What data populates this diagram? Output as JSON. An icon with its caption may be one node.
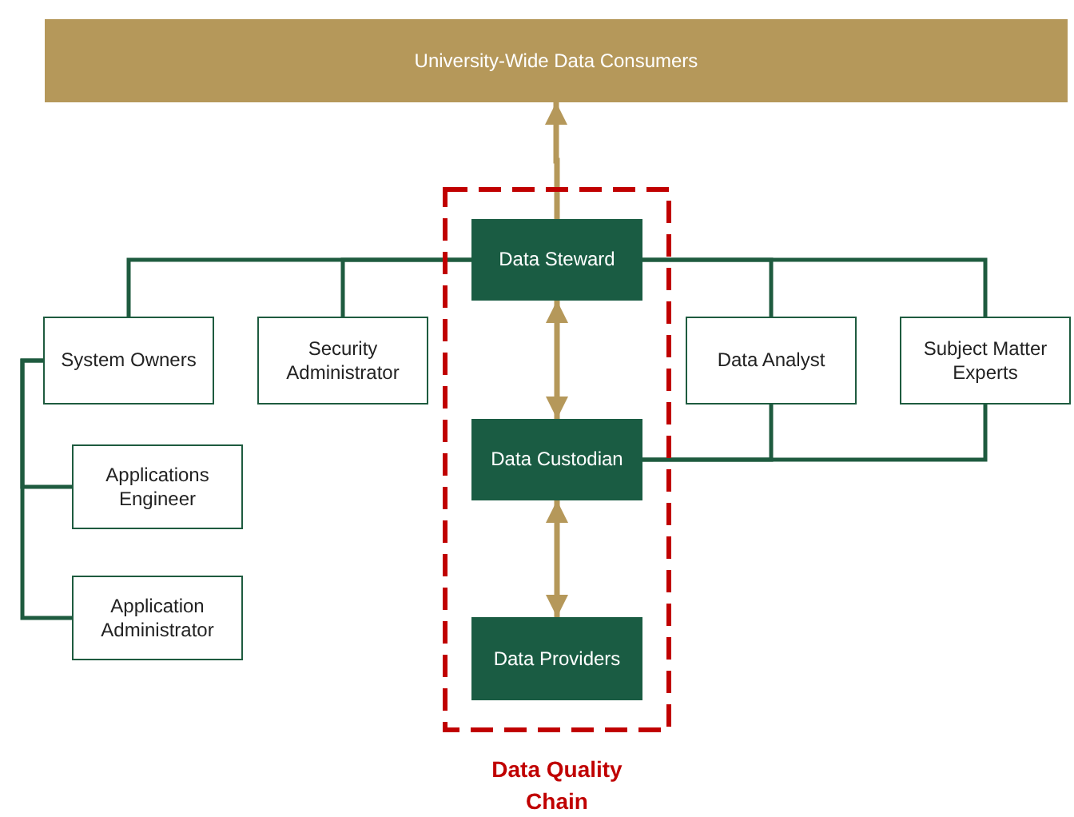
{
  "diagram": {
    "nodes": [
      {
        "text": [
          "University-Wide Data Consumers"
        ]
      },
      {
        "text": [
          "Data Quality Chain"
        ]
      },
      {
        "text": [
          "Data Steward"
        ],
        "in": 1
      },
      {
        "text": [
          "Data Custodian"
        ],
        "in": 1
      },
      {
        "text": [
          "Data Providers"
        ],
        "in": 1
      },
      {
        "text": [
          "System Owners"
        ]
      },
      {
        "text": [
          "Security Administrator"
        ]
      },
      {
        "text": [
          "Data Analyst"
        ]
      },
      {
        "text": [
          "Subject Matter Experts"
        ]
      },
      {
        "text": [
          "Applications Engineer"
        ]
      },
      {
        "text": [
          "Application Administrator"
        ]
      }
    ],
    "edges": [
      {
        "from": 2,
        "to": 0,
        "arrow": "to",
        "color": "#b5985a"
      },
      {
        "from": 2,
        "to": 3,
        "arrow": "both",
        "color": "#b5985a"
      },
      {
        "from": 3,
        "to": 4,
        "arrow": "both",
        "color": "#b5985a"
      },
      {
        "from": 2,
        "to": 5,
        "arrow": "none"
      },
      {
        "from": 2,
        "to": 6,
        "arrow": "none"
      },
      {
        "from": 2,
        "to": 7,
        "arrow": "none"
      },
      {
        "from": 2,
        "to": 8,
        "arrow": "none"
      },
      {
        "from": 3,
        "to": 7,
        "arrow": "none"
      },
      {
        "from": 3,
        "to": 8,
        "arrow": "none"
      },
      {
        "from": 5,
        "to": 9,
        "arrow": "none"
      },
      {
        "from": 5,
        "to": 10,
        "arrow": "none"
      }
    ]
  }
}
